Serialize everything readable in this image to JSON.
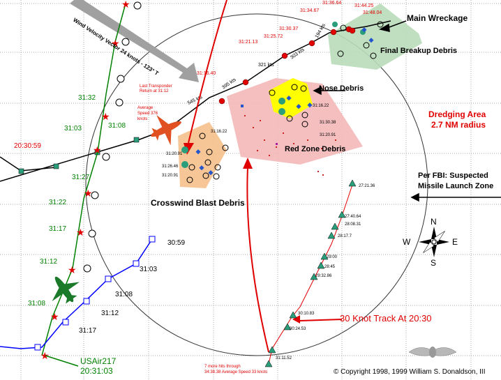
{
  "labels": {
    "main_wreckage": "Main Wreckage",
    "final_breakup": "Final Breakup Debris",
    "nose_debris": "Nose Debris",
    "red_zone": "Red Zone Debris",
    "crosswind": "Crosswind Blast Debris",
    "dredging_line1": "Dredging Area",
    "dredging_line2": "2.7 NM radius",
    "fbi_line1": "Per FBI: Suspected",
    "fbi_line2": "Missile Launch Zone",
    "knot_track": "30 Knot Track At 20:30",
    "wind_vector": "Wind Velocity Vector 24 knots - 123° T",
    "last_transponder": [
      "Last Transponder",
      "Return at 31:12"
    ],
    "avg_speed": [
      "Average",
      "Speed 376",
      "knots"
    ],
    "more_hits": [
      "7 more hits through",
      "34:38.38 Average Speed 33 knots"
    ],
    "usair_id": "USAir217",
    "usair_time": "20:31:03",
    "copyright": "© Copyright 1998, 1999 William S. Donaldson, III",
    "compass": {
      "n": "N",
      "s": "S",
      "e": "E",
      "w": "W"
    }
  },
  "colors": {
    "red": "#e00000",
    "green": "#008000",
    "blue": "#0000ff",
    "teal": "#2a9d7a",
    "nose": "#ffff00",
    "red_zone": "#f4b8b8",
    "crosswind": "#f5c08c",
    "breakup": "#b9dcb9"
  },
  "track_times": [
    "31:16.40",
    "31:21.13",
    "31:25.72",
    "31:30.37",
    "31:34.67",
    "31:36.64",
    "31:44.25",
    "31:48.04"
  ],
  "segment_speeds": [
    "545 kts",
    "395 kts",
    "321 kts",
    "303 kts",
    "194 kts"
  ],
  "twa_track_times": [
    "31:32",
    "31:03",
    "31:08",
    "31:27",
    "31:22",
    "31:17",
    "31:12",
    "31:08"
  ],
  "twa_left_time": "20:30:59",
  "blue_track_times": [
    "30:59",
    "31:03",
    "31:08",
    "31:12",
    "31:17"
  ],
  "boat_times": [
    "27:21.36",
    "27:40.64",
    "28:08.31",
    "28:17.7",
    "29:00",
    "28:45",
    "29:32.86",
    "30:10.83",
    "30:24.53",
    "31:11.52"
  ],
  "crosswind_times": [
    "31:16.22",
    "31:20.91",
    "31:26.46",
    "31:20.91"
  ],
  "nose_times": [
    "31:16.22",
    "31:30.38",
    "31:20.91"
  ]
}
